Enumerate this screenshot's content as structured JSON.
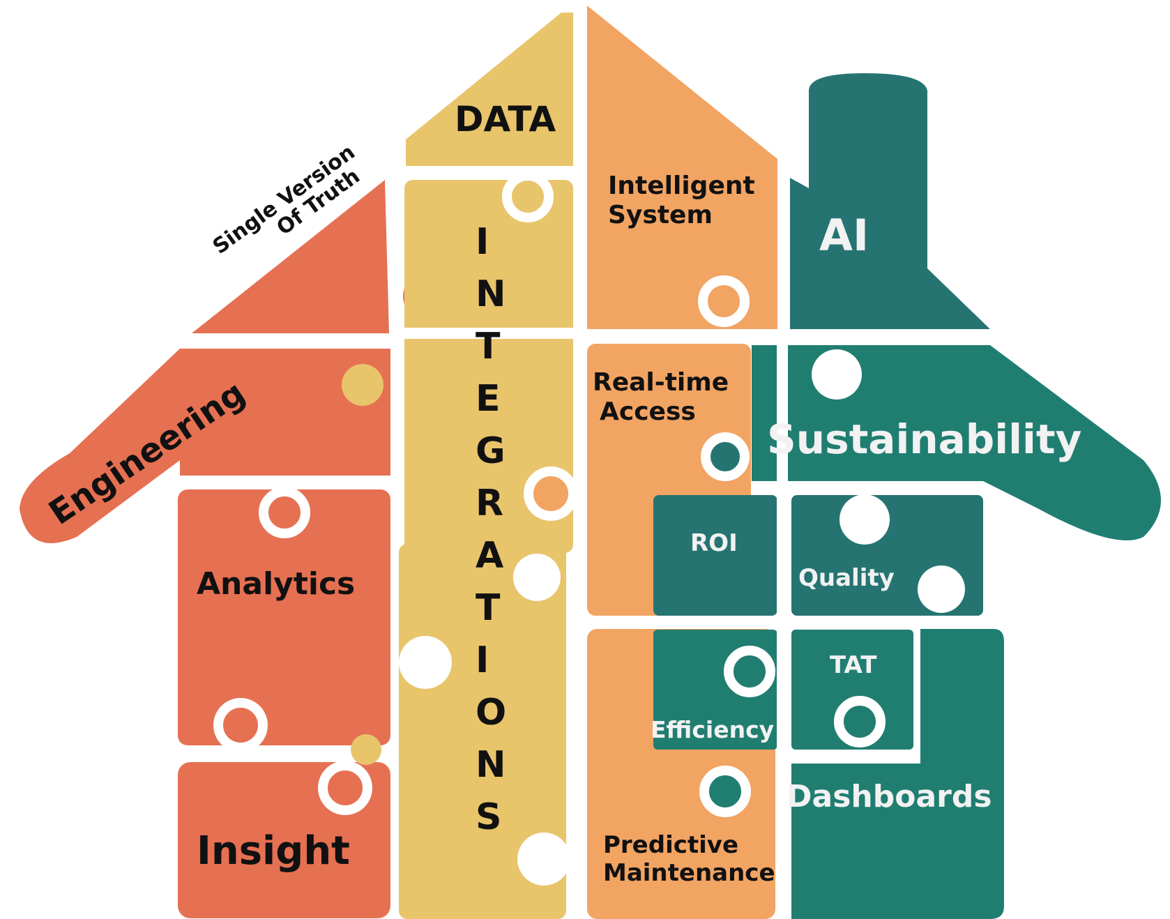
{
  "colors": {
    "yellow": "#E8C46B",
    "orange": "#F2A463",
    "coral": "#E67052",
    "teal_dark": "#267472",
    "teal": "#207E71",
    "text_dark": "#111111",
    "text_light": "#F2F2F2"
  },
  "labels": {
    "data": "DATA",
    "integrations": [
      "I",
      "N",
      "T",
      "E",
      "G",
      "R",
      "A",
      "T",
      "I",
      "O",
      "N",
      "S"
    ],
    "single_version": [
      "Single Version",
      "Of Truth"
    ],
    "engineering": "Engineering",
    "analytics": "Analytics",
    "insight": "Insight",
    "intelligent_system": [
      "Intelligent",
      "System"
    ],
    "realtime_access": [
      "Real-time",
      "Access"
    ],
    "predictive_maintenance": [
      "Predictive",
      "Maintenance"
    ],
    "ai": "AI",
    "sustainability": "Sustainability",
    "roi": "ROI",
    "quality": "Quality",
    "tat": "TAT",
    "efficiency": "Efficiency",
    "dashboards": "Dashboards"
  }
}
